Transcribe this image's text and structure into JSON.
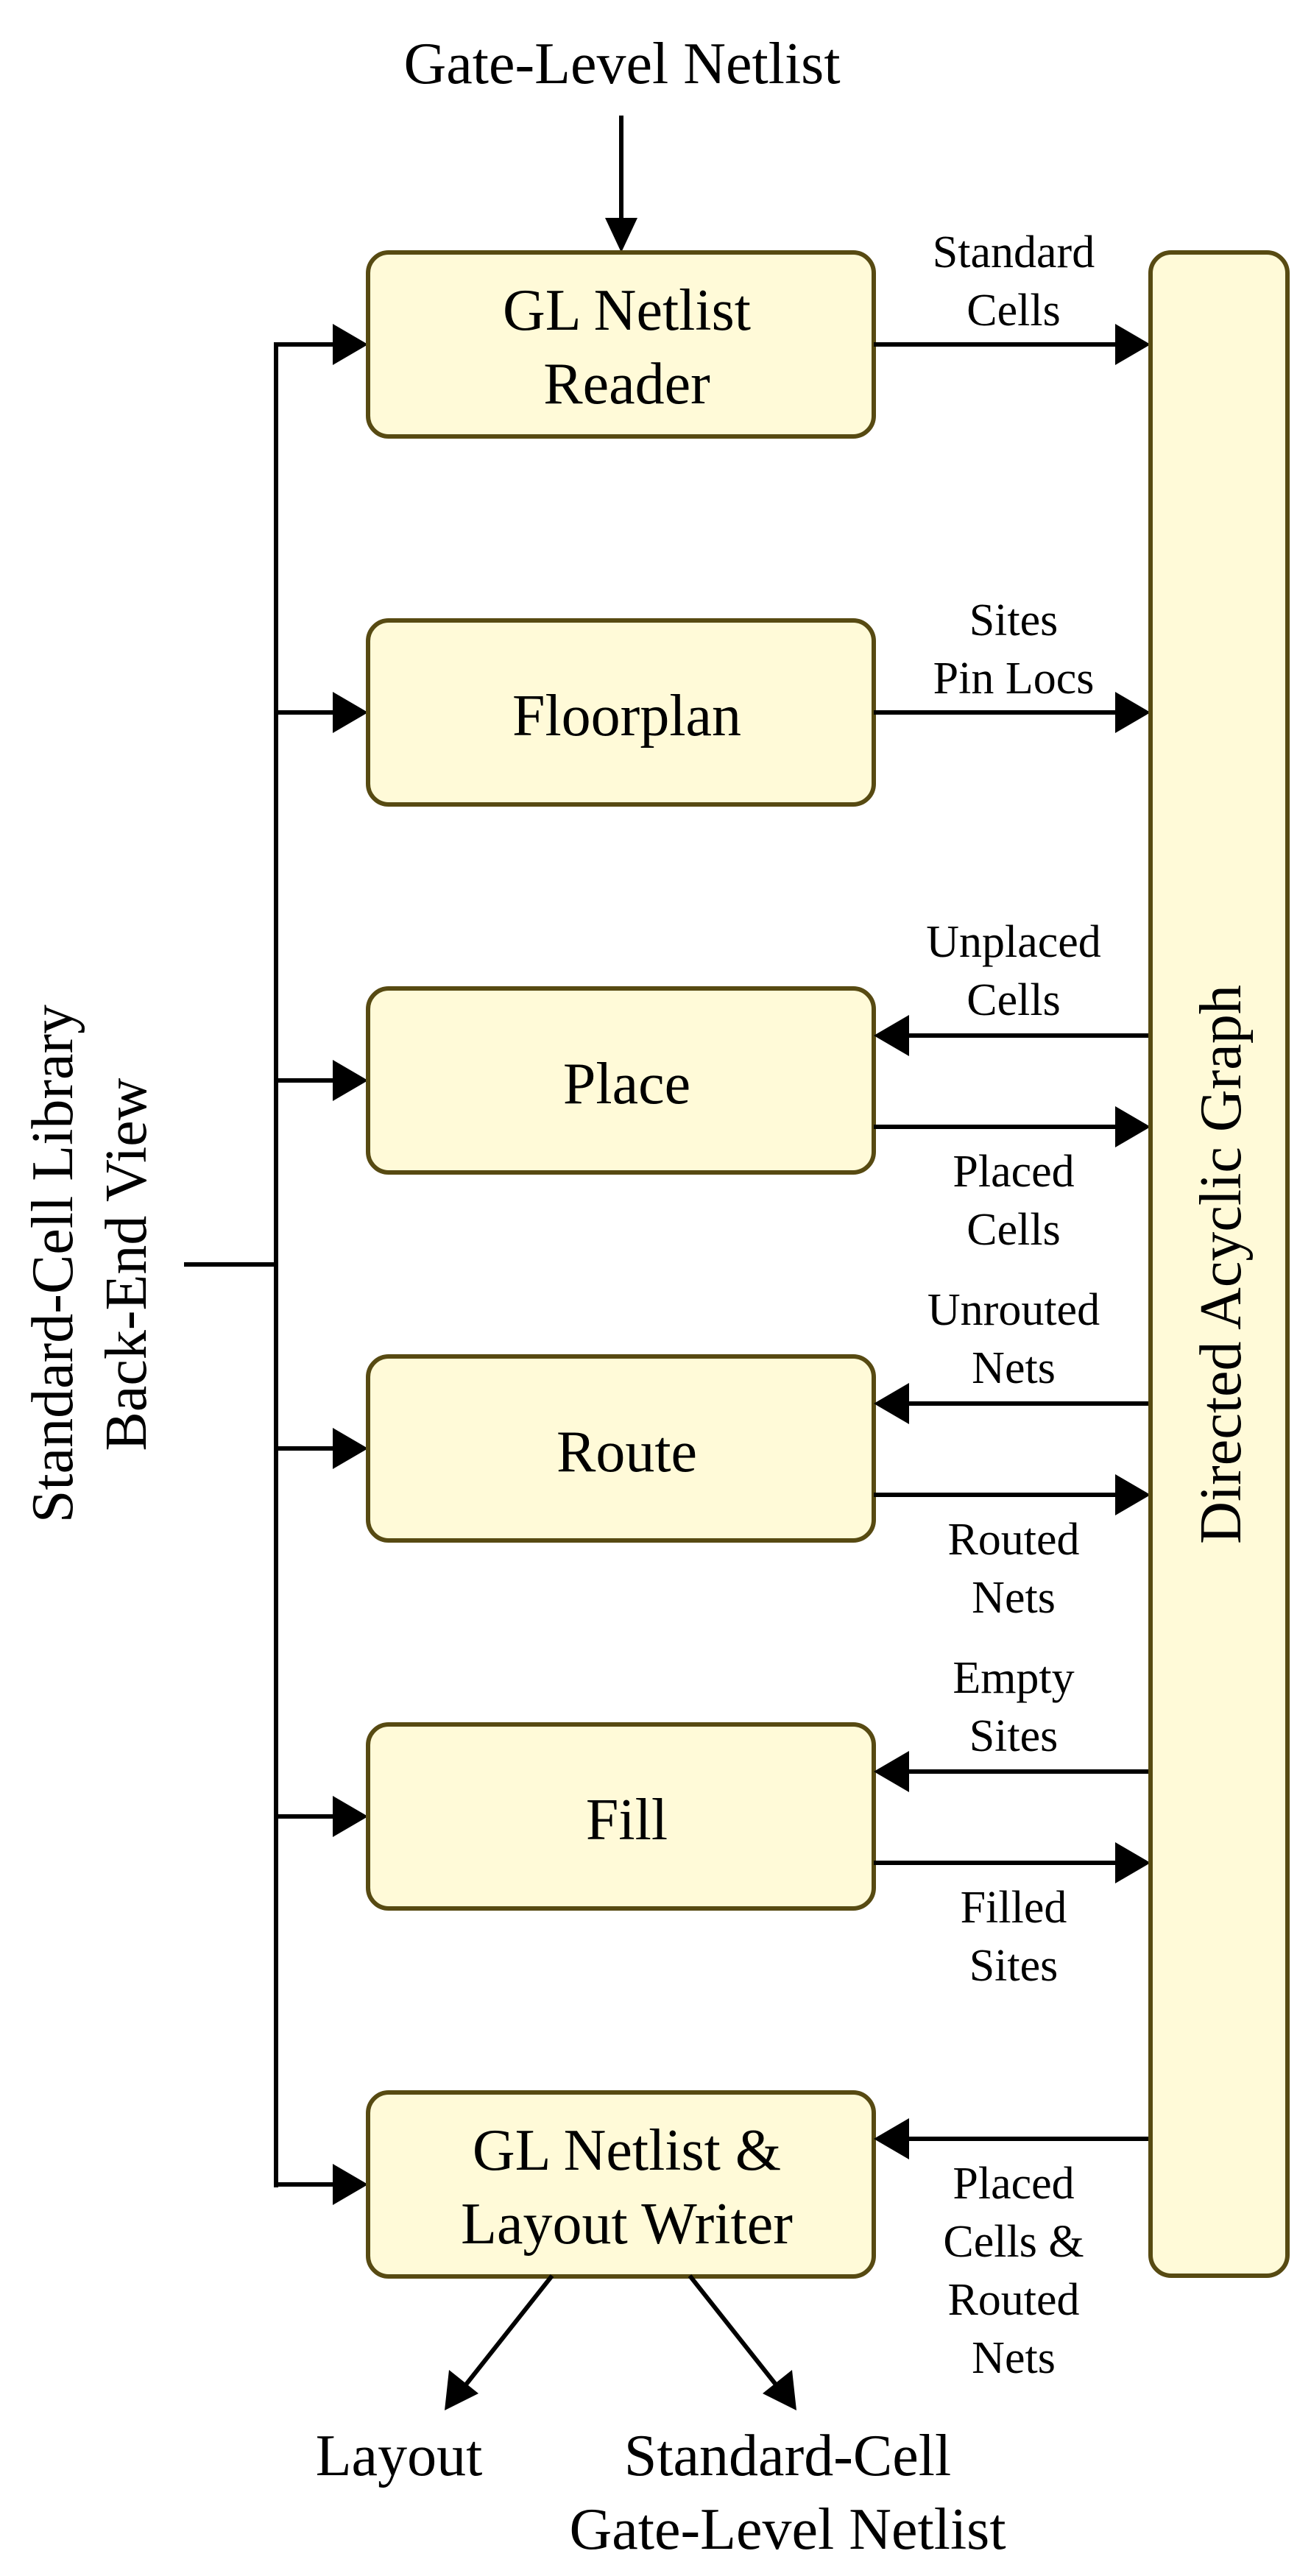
{
  "colors": {
    "box_fill": "#fffad8",
    "box_border": "#574a12",
    "arrow": "#000000",
    "text": "#000000"
  },
  "inputs": {
    "top": "Gate-Level Netlist",
    "left_line1": "Standard-Cell Library",
    "left_line2": "Back-End View"
  },
  "dag": {
    "label": "Directed Acyclic Graph"
  },
  "stages": [
    {
      "id": "reader",
      "lines": [
        "GL Netlist",
        "Reader"
      ],
      "to_dag": [
        "Standard",
        "Cells"
      ],
      "from_dag": null
    },
    {
      "id": "floorplan",
      "lines": [
        "Floorplan"
      ],
      "to_dag": [
        "Sites",
        "Pin Locs"
      ],
      "from_dag": null
    },
    {
      "id": "place",
      "lines": [
        "Place"
      ],
      "from_dag": [
        "Unplaced",
        "Cells"
      ],
      "to_dag": [
        "Placed",
        "Cells"
      ]
    },
    {
      "id": "route",
      "lines": [
        "Route"
      ],
      "from_dag": [
        "Unrouted",
        "Nets"
      ],
      "to_dag": [
        "Routed",
        "Nets"
      ]
    },
    {
      "id": "fill",
      "lines": [
        "Fill"
      ],
      "from_dag": [
        "Empty",
        "Sites"
      ],
      "to_dag": [
        "Filled",
        "Sites"
      ]
    },
    {
      "id": "writer",
      "lines": [
        "GL Netlist &",
        "Layout Writer"
      ],
      "from_dag": [
        "Placed",
        "Cells &",
        "Routed",
        "Nets"
      ],
      "to_dag": null
    }
  ],
  "outputs": {
    "layout": "Layout",
    "netlist_line1": "Standard-Cell",
    "netlist_line2": "Gate-Level Netlist"
  }
}
